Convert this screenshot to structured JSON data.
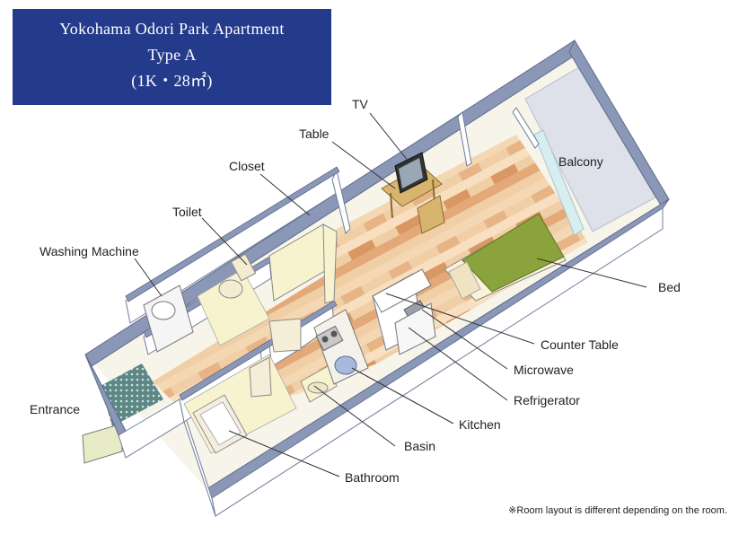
{
  "header": {
    "title": "Yokohama Odori Park Apartment",
    "type": "Type A",
    "size": "(1K・28㎡)"
  },
  "labels": {
    "tv": "TV",
    "table": "Table",
    "closet": "Closet",
    "toilet": "Toilet",
    "washing_machine": "Washing Machine",
    "balcony": "Balcony",
    "bed": "Bed",
    "counter_table": "Counter Table",
    "microwave": "Microwave",
    "refrigerator": "Refrigerator",
    "kitchen": "Kitchen",
    "basin": "Basin",
    "bathroom": "Bathroom",
    "entrance": "Entrance"
  },
  "footnote": "※Room layout is different depending on the room.",
  "colors": {
    "title_bg": "#243b8c",
    "wall_top": "#8a97b7",
    "wall_side": "#ffffff",
    "floor_wood": "#e8b98c",
    "bed_green": "#8aa33c",
    "balcony_floor": "#dfe1ea",
    "entrance_tile": "#4f7f7a"
  }
}
